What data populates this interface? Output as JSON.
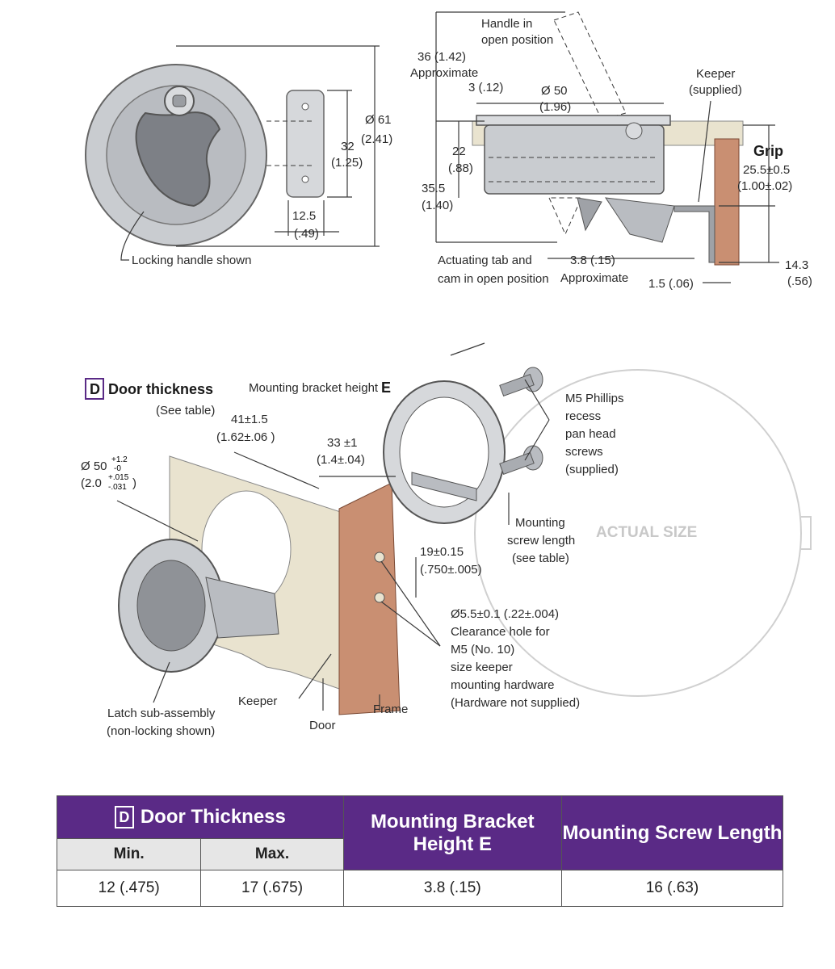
{
  "top_left": {
    "dia_61": "Ø 61",
    "dia_61_in": "(2.41)",
    "dim_32": "32",
    "dim_32_in": "(1.25)",
    "dim_12_5": "12.5",
    "dim_12_5_in": "(.49)",
    "locking_handle": "Locking handle shown"
  },
  "top_right": {
    "handle_open_1": "Handle in",
    "handle_open_2": "open position",
    "dim_36": "36 (1.42)",
    "approx": "Approximate",
    "dim_3": "3 (.12)",
    "dia_50": "Ø 50",
    "dia_50_in": "(1.96)",
    "keeper_1": "Keeper",
    "keeper_2": "(supplied)",
    "grip": "Grip",
    "grip_val_1": "25.5±0.5",
    "grip_val_2": "(1.00±.02)",
    "dim_22": "22",
    "dim_22_in": "(.88)",
    "dim_35_5": "35.5",
    "dim_35_5_in": "(1.40)",
    "actuating_1": "Actuating tab and",
    "actuating_2": "cam in open position",
    "dim_3_8": "3.8 (.15)",
    "approx2": "Approximate",
    "dim_1_5": "1.5 (.06)",
    "dim_14_3": "14.3",
    "dim_14_3_in": "(.56)"
  },
  "middle": {
    "d_badge": "D",
    "door_thickness": "Door thickness",
    "see_table": "(See table)",
    "bracket_height": "Mounting bracket height",
    "bracket_e": "E",
    "dim_41": "41±1.5",
    "dim_41_in": "(1.62±.06 )",
    "dim_33": "33 ±1",
    "dim_33_in": "(1.4±.04)",
    "dia50_main": "Ø 50",
    "dia50_tol_up": "+1.2",
    "dia50_tol_dn": "-0",
    "dia50_in_main": "(2.0",
    "dia50_in_tol_up": "+.015",
    "dia50_in_tol_dn": "-.031",
    "dia50_in_close": ")",
    "screws_1": "M5 Phillips",
    "screws_2": "recess",
    "screws_3": "pan head",
    "screws_4": "screws",
    "screws_5": "(supplied)",
    "screw_len_1": "Mounting",
    "screw_len_2": "screw length",
    "screw_len_3": "(see table)",
    "actual_size": "ACTUAL SIZE",
    "dim_19": "19±0.15",
    "dim_19_in": "(.750±.005)",
    "clear_1": "Ø5.5±0.1 (.22±.004)",
    "clear_2": "Clearance hole for",
    "clear_3": "M5 (No. 10)",
    "clear_4": "size keeper",
    "clear_5": "mounting hardware",
    "clear_6": "(Hardware not supplied)",
    "latch_1": "Latch sub-assembly",
    "latch_2": "(non-locking shown)",
    "keeper": "Keeper",
    "door": "Door",
    "frame": "Frame"
  },
  "table": {
    "d_badge": "D",
    "door_thickness": "Door Thickness",
    "min": "Min.",
    "max": "Max.",
    "bracket": "Mounting Bracket Height E",
    "screw": "Mounting Screw Length",
    "rows": [
      {
        "min": "12 (.475)",
        "max": "17 (.675)",
        "bracket": "3.8 (.15)",
        "screw": "16 (.63)"
      }
    ]
  },
  "colors": {
    "purple": "#5a2a86",
    "door": "#e9e3cf",
    "frame": "#c98f72",
    "metal": "#cfd2d6",
    "metal_dark": "#8f9297"
  }
}
